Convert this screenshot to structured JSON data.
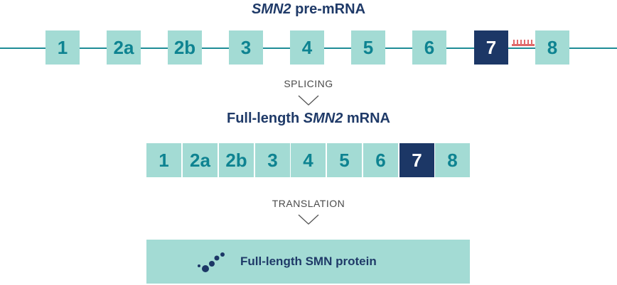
{
  "pre_mrna": {
    "title_italic": "SMN2",
    "title_rest": " pre-mRNA",
    "exons": [
      "1",
      "2a",
      "2b",
      "3",
      "4",
      "5",
      "6",
      "7",
      "8"
    ]
  },
  "splicing_label": "SPLICING",
  "mrna": {
    "title_prefix": "Full-length ",
    "title_italic": "SMN2",
    "title_suffix": " mRNA",
    "exons": [
      "1",
      "2a",
      "2b",
      "3",
      "4",
      "5",
      "6",
      "7",
      "8"
    ]
  },
  "translation_label": "TRANSLATION",
  "protein": {
    "label": "Full-length SMN protein"
  },
  "colors": {
    "exon_fill": "#a3dbd4",
    "exon_text": "#0e8391",
    "highlight_exon": "#1c3766",
    "title": "#1f3a68",
    "strand": "#1e8c96",
    "oligo": "#e06a6a"
  },
  "icons": [
    "antisense-oligo-icon",
    "chevron-down-icon",
    "protein-chain-icon"
  ]
}
